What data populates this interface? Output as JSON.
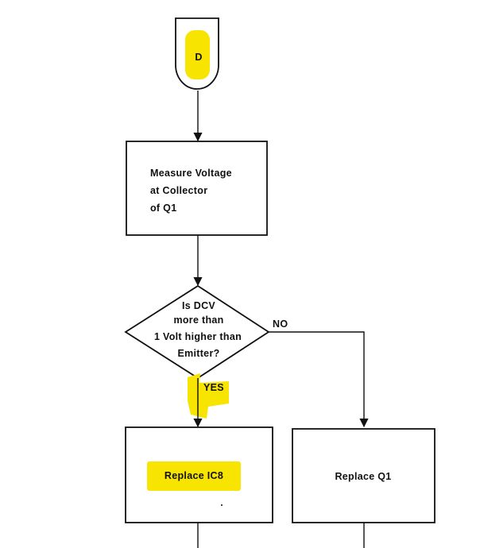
{
  "connector": {
    "label": "D"
  },
  "measure_box": {
    "lines": [
      "Measure Voltage",
      "at Collector",
      "of Q1"
    ]
  },
  "decision": {
    "lines": [
      "Is DCV",
      "more than",
      "1 Volt higher than",
      "Emitter?"
    ]
  },
  "branches": {
    "no": "NO",
    "yes": "YES"
  },
  "replace_ic8": {
    "label": "Replace IC8"
  },
  "replace_q1": {
    "label": "Replace Q1"
  },
  "colors": {
    "highlight": "#f7e400",
    "ink": "#111111"
  }
}
